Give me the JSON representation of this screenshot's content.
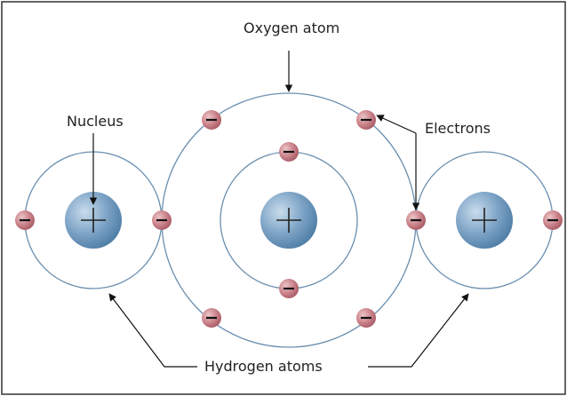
{
  "labels": {
    "oxygen_atom": "Oxygen atom",
    "nucleus": "Nucleus",
    "electrons": "Electrons",
    "hydrogen_atoms": "Hydrogen atoms"
  },
  "symbols": {
    "nucleus_charge": "+",
    "electron_charge": "−"
  },
  "colors": {
    "orbit": "#6a8fb0",
    "nucleus": "#7aa2c5",
    "electron": "#c67f86",
    "frame": "#333333",
    "leader": "#111111"
  }
}
